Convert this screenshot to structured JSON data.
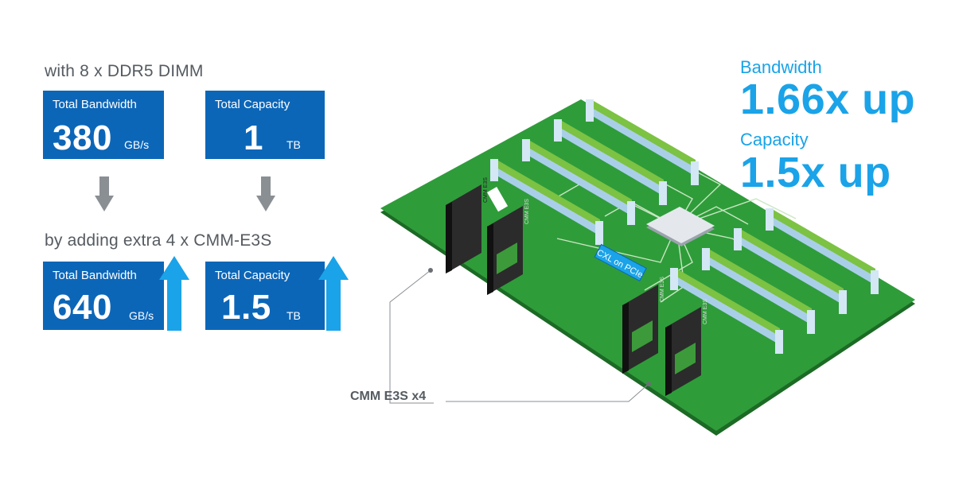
{
  "baseline": {
    "heading": "with 8 x DDR5 DIMM",
    "bandwidth": {
      "label": "Total Bandwidth",
      "value": "380",
      "unit": "GB/s"
    },
    "capacity": {
      "label": "Total Capacity",
      "value": "1",
      "unit": "TB"
    }
  },
  "expanded": {
    "heading": "by adding extra 4 x CMM-E3S",
    "bandwidth": {
      "label": "Total Bandwidth",
      "value": "640",
      "unit": "GB/s"
    },
    "capacity": {
      "label": "Total Capacity",
      "value": "1.5",
      "unit": "TB"
    }
  },
  "gains": {
    "bandwidth": {
      "label": "Bandwidth",
      "value": "1.66x up"
    },
    "capacity": {
      "label": "Capacity",
      "value": "1.5x up"
    }
  },
  "diagram": {
    "link_label": "CXL on PCIe",
    "module_label": "CMM E3S",
    "callout": "CMM E3S x4"
  },
  "colors": {
    "box_blue": "#0c66b8",
    "accent_cyan": "#1aa3e8",
    "pcb_green": "#2f9c3a",
    "dimm_green": "#7cc243",
    "slot_blue": "#a9cfe8"
  }
}
